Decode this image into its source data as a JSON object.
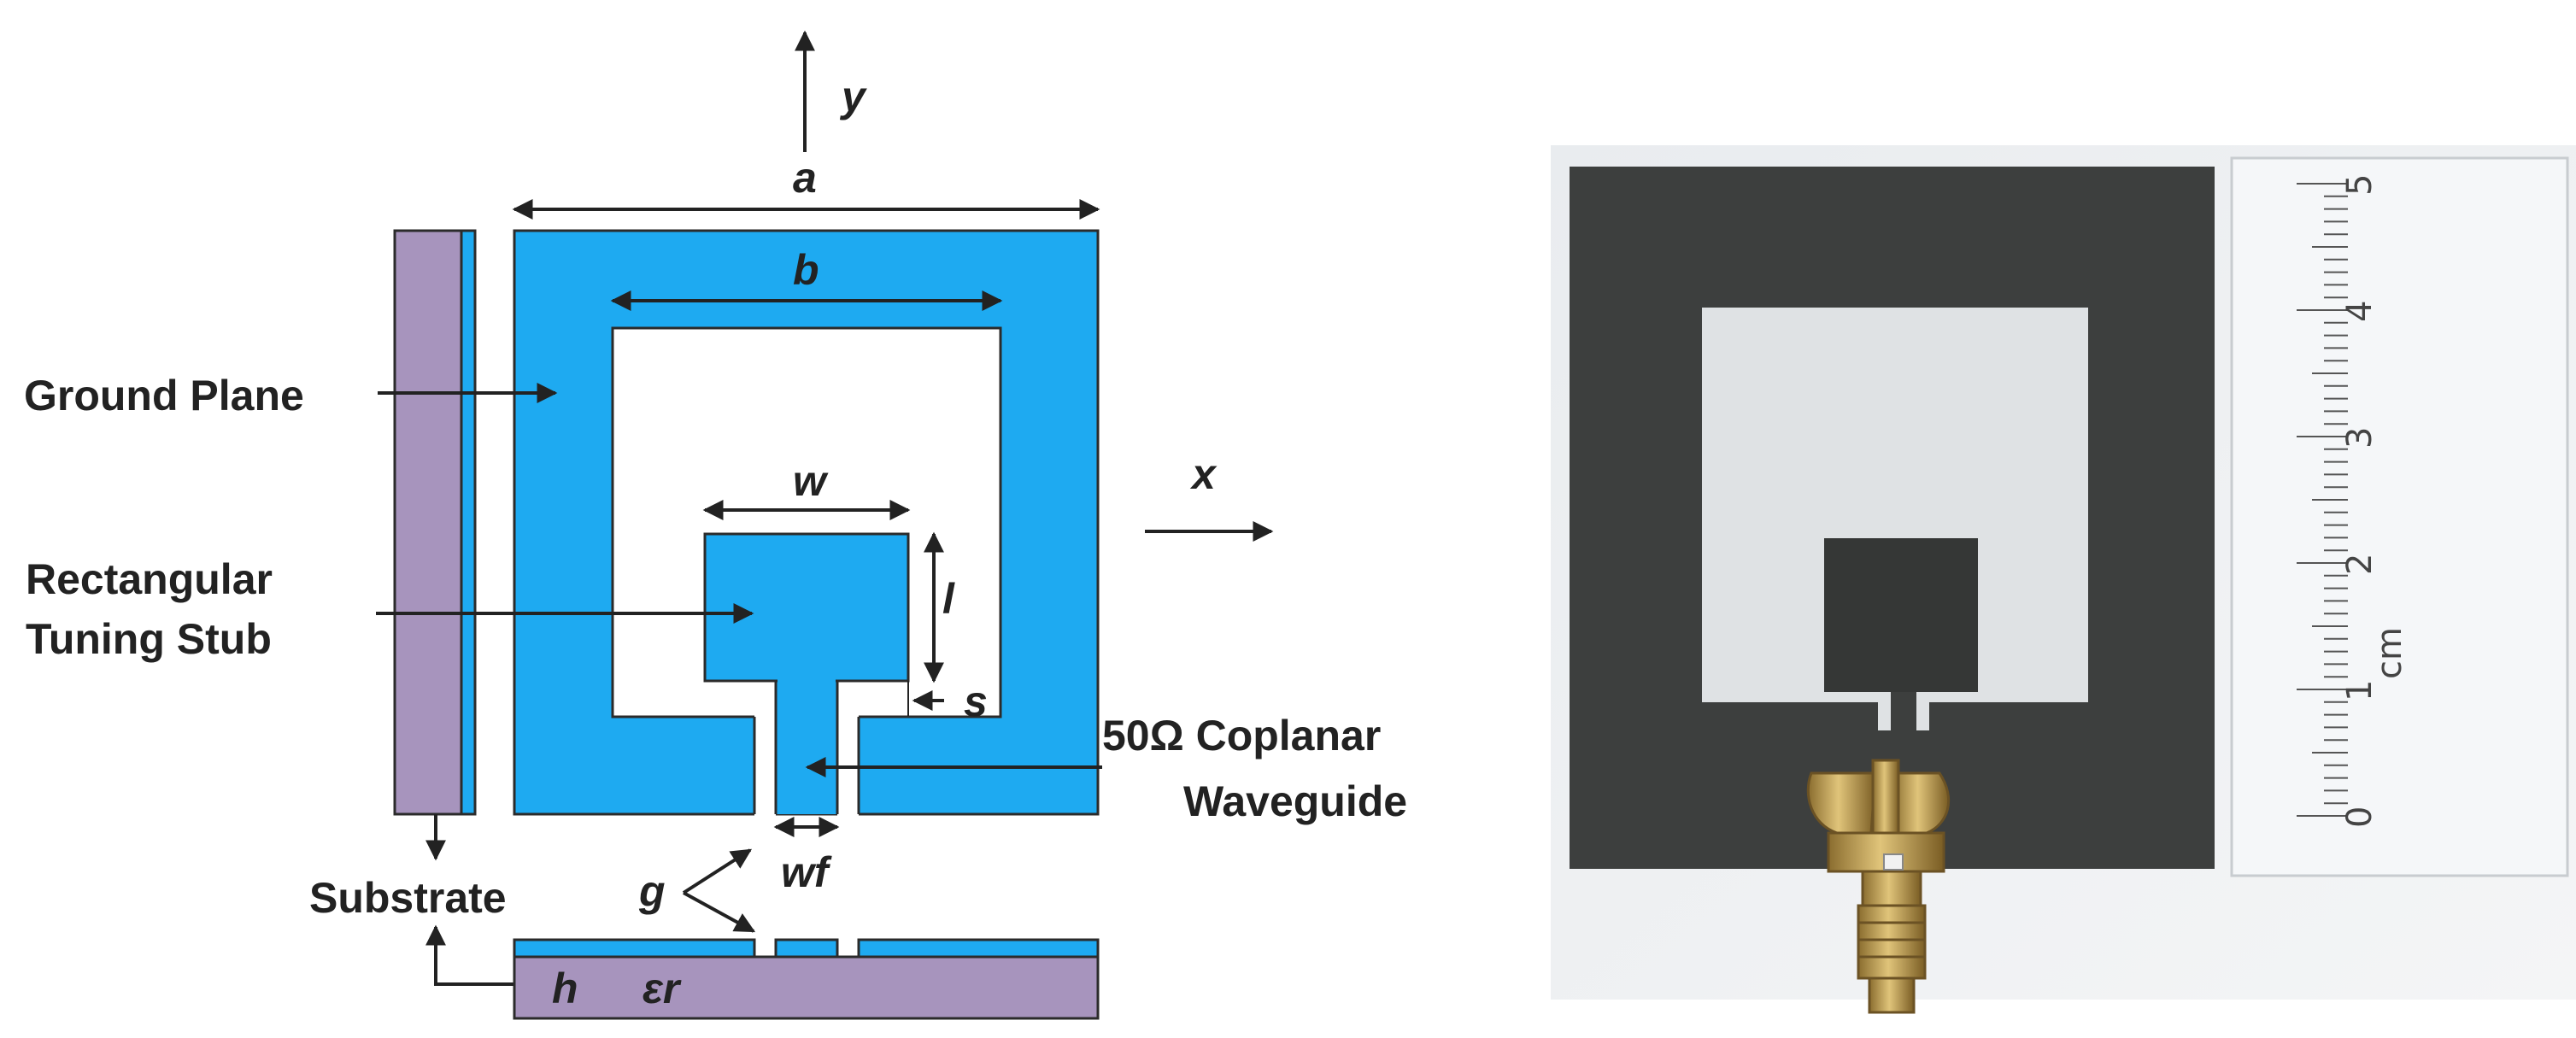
{
  "diagram": {
    "axes": {
      "y": "y",
      "x": "x"
    },
    "dims": {
      "a": "a",
      "b": "b",
      "w": "w",
      "l": "l",
      "s": "s",
      "g": "g",
      "wf": "wf",
      "h": "h",
      "eps": "εr"
    },
    "labels": {
      "ground_plane": "Ground Plane",
      "rect_line1": "Rectangular",
      "rect_line2": "Tuning Stub",
      "cpw_line1": "50Ω Coplanar",
      "cpw_line2": "Waveguide",
      "substrate": "Substrate"
    },
    "colors": {
      "conductor": "#1eaaf1",
      "substrate": "#a794bd",
      "outline": "#2b2b2b",
      "pcb": "#3d3f3e",
      "connector": "#b89a52"
    }
  },
  "photo": {
    "ruler_unit": "cm",
    "ruler_numbers": [
      "0",
      "1",
      "2",
      "3",
      "4",
      "5"
    ]
  }
}
